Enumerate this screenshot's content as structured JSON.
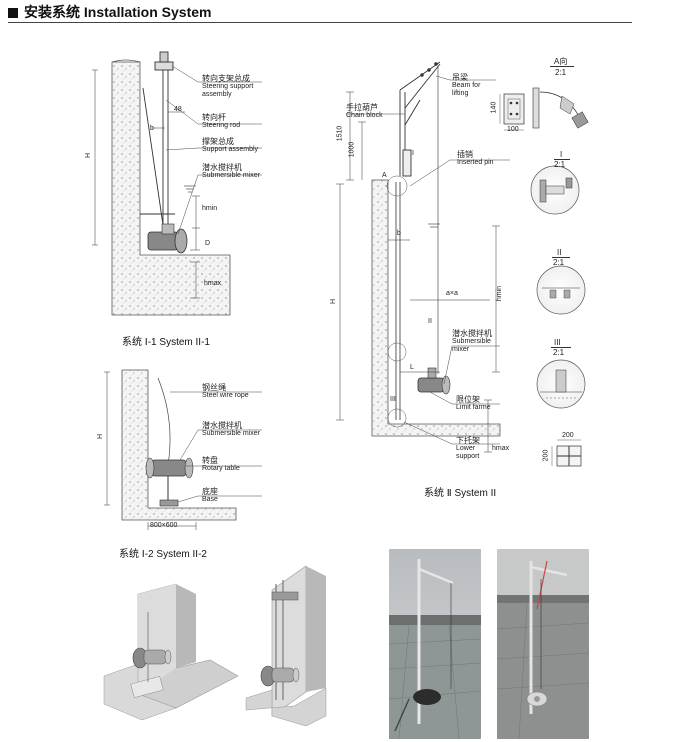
{
  "header": {
    "title": "安装系统  Installation System"
  },
  "system1": {
    "labels": {
      "steering_support_cn": "转向支架总成",
      "steering_support_en1": "Steering support",
      "steering_support_en2": "assembly",
      "steering_rod_cn": "转向杆",
      "steering_rod_en": "Steering rod",
      "support_cn": "撑架总成",
      "support_en": "Support assembly",
      "mixer_cn": "潜水搅拌机",
      "mixer_en": "Submersible mixer"
    },
    "dims": {
      "d48": "48",
      "b": "b",
      "H": "H",
      "hmin": "hmin",
      "D": "D",
      "hmax": "hmax"
    },
    "caption": "系统 Ⅰ-1   System II-1"
  },
  "system2": {
    "labels": {
      "rope_cn": "钢丝绳",
      "rope_en": "Steel wire rope",
      "mixer_cn": "潜水搅拌机",
      "mixer_en": "Submersible mixer",
      "rotary_cn": "转盘",
      "rotary_en": "Rotary table",
      "base_cn": "底座",
      "base_en": "Base"
    },
    "dims": {
      "H": "H",
      "base": "800×600"
    },
    "caption": "系统 Ⅰ-2   System II-2"
  },
  "system3": {
    "labels": {
      "beam_cn": "吊梁",
      "beam_en1": "Beam for",
      "beam_en2": "lifting",
      "chain_cn": "手拉葫芦",
      "chain_en": "Chain block",
      "pin_cn": "插销",
      "pin_en": "Inserted pin",
      "mixer_cn": "潜水搅拌机",
      "mixer_en1": "Submersible",
      "mixer_en2": "mixer",
      "limit_cn": "限位架",
      "limit_en": "Limit farme",
      "lower_cn": "下托架",
      "lower_en1": "Lower",
      "lower_en2": "support"
    },
    "dims": {
      "d1510": "1510",
      "d1000": "1000",
      "b": "b",
      "H": "H",
      "axa": "a×a",
      "hmin": "hmin",
      "hmax": "hmax",
      "L": "L",
      "d200a": "200",
      "d200b": "200"
    },
    "markers": {
      "A": "A",
      "I": "I",
      "II": "II",
      "III": "III"
    },
    "details": {
      "a_title": "A向",
      "a_scale": "2:1",
      "d140": "140",
      "d100": "100",
      "i_title": "I",
      "i_scale": "2:1",
      "ii_title": "II",
      "ii_scale": "2:1",
      "iii_title": "III",
      "iii_scale": "2:1"
    },
    "caption": "系统 Ⅱ   System II"
  }
}
